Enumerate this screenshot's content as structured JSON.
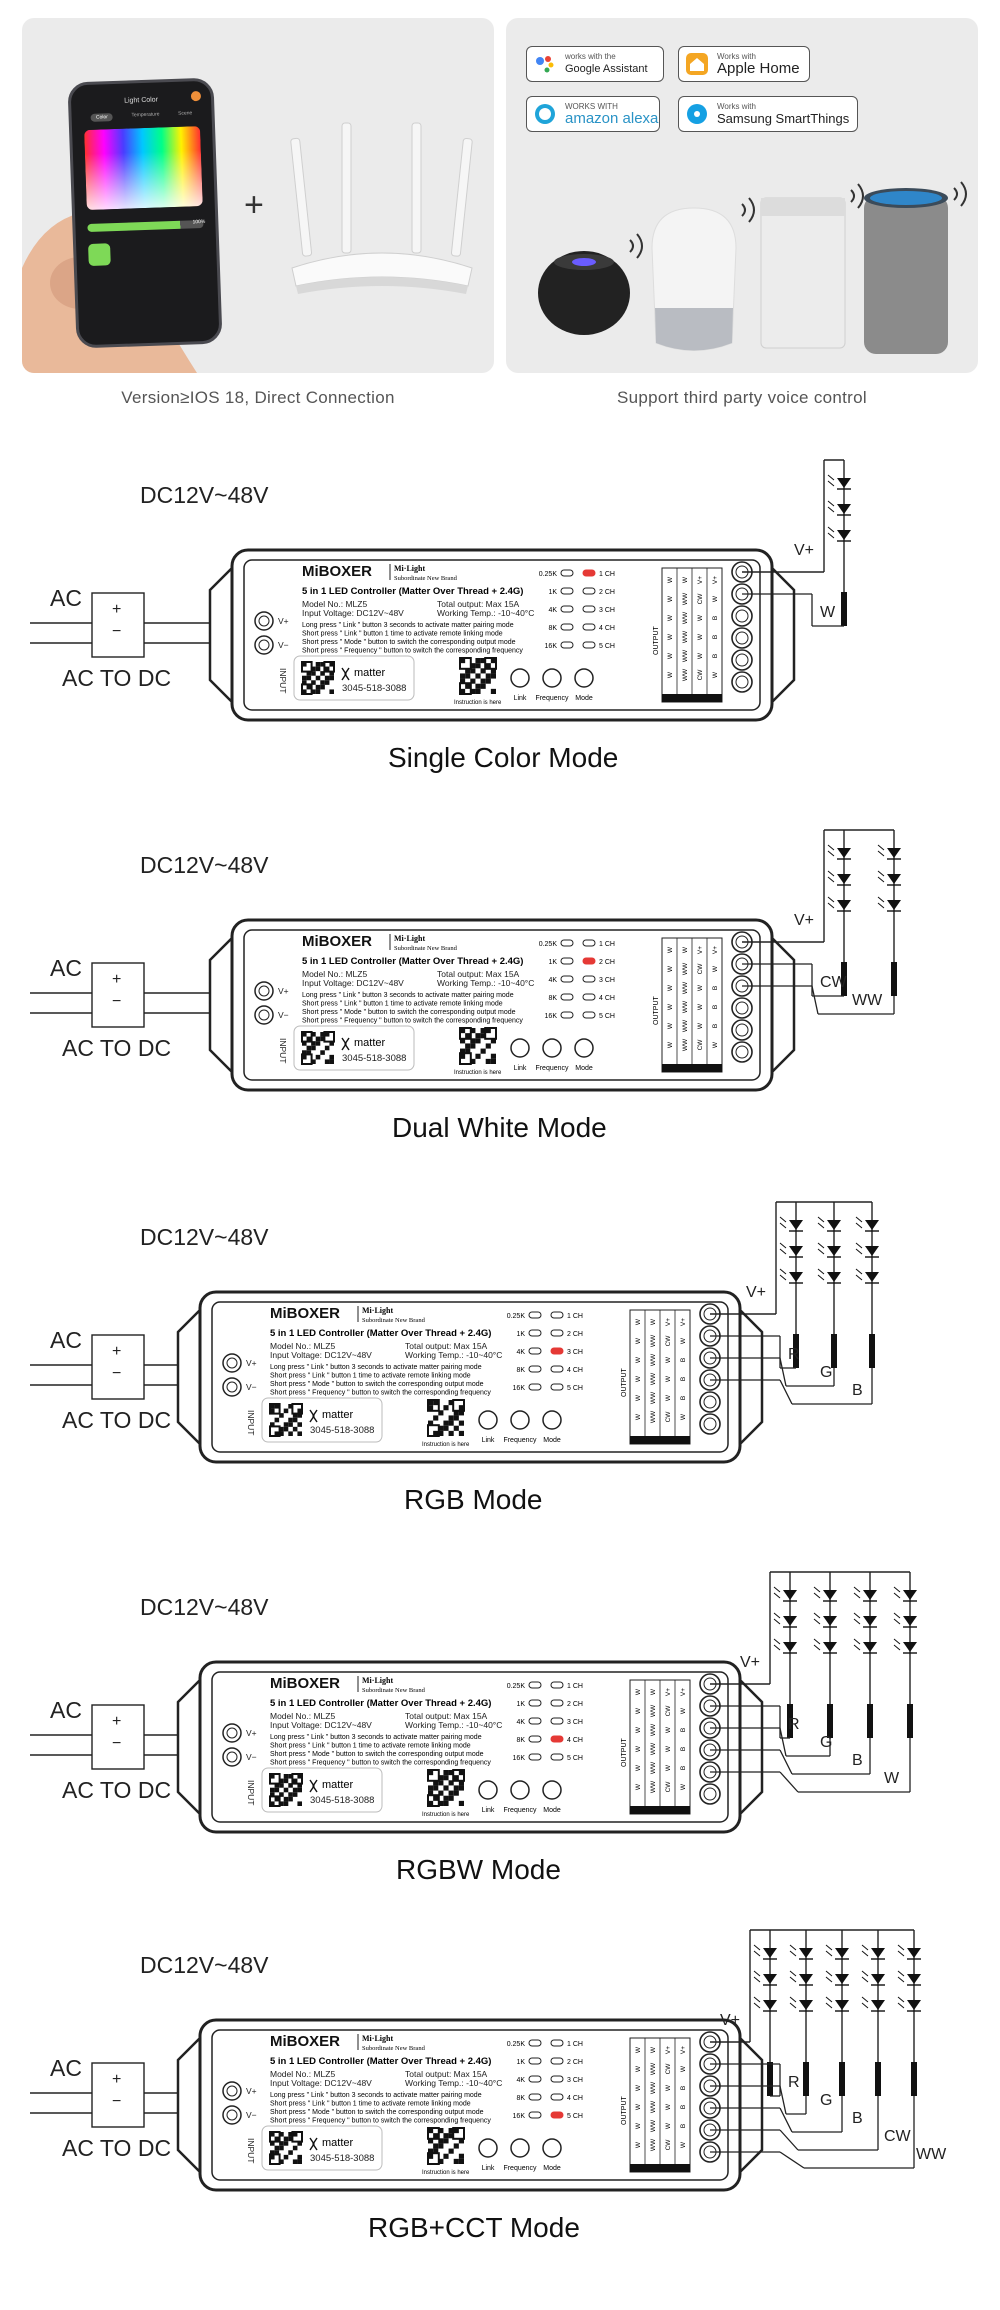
{
  "top": {
    "left_caption": "Version≥IOS 18, Direct Connection",
    "right_caption": "Support third party voice control",
    "plus": "+",
    "phone": {
      "title": "Light Color",
      "tabs": [
        "Color",
        "Temperature",
        "Scene"
      ],
      "percent": "100%"
    },
    "badges": [
      {
        "small": "works with the",
        "big": "Google Assistant"
      },
      {
        "small": "Works with",
        "big": "Apple Home"
      },
      {
        "small": "WORKS WITH",
        "big": "amazon alexa"
      },
      {
        "small": "Works with",
        "big": "Samsung SmartThings"
      }
    ]
  },
  "controller": {
    "brand": "MiBOXER",
    "sub_brand": "Mi·Light",
    "sub_brand_note": "Subordinate New Brand",
    "product": "5 in 1 LED Controller (Matter Over Thread + 2.4G)",
    "model": "Model No.: MLZ5",
    "input_voltage": "Input Voltage: DC12V~48V",
    "total_output": "Total output: Max 15A",
    "working_temp": "Working Temp.: -10~40°C",
    "instructions": [
      "Long press \" Link \" button 3 seconds to activate matter pairing mode",
      "Short press \" Link \" button 1 time to activate remote linking mode",
      "Short press \" Mode \" button to switch the corresponding output mode",
      "Short press \" Frequency \" button to switch the corresponding frequency"
    ],
    "matter": "matter",
    "code": "3045-518-3088",
    "instruction_here": "Instruction is here",
    "buttons": [
      "Link",
      "Frequency",
      "Mode"
    ],
    "frequencies": [
      "0.25K",
      "1K",
      "4K",
      "8K",
      "16K"
    ],
    "channels": [
      "1 CH",
      "2 CH",
      "3 CH",
      "4 CH",
      "5 CH"
    ],
    "input_label": "INPUT",
    "output_label": "OUTPUT",
    "v_plus": "V+",
    "v_minus": "V−",
    "terminal_cols": [
      [
        "W",
        "W",
        "W",
        "W",
        "W",
        "W"
      ],
      [
        "W",
        "WW",
        "WW",
        "WW",
        "WW",
        "WW"
      ],
      [
        "V+",
        "CW",
        "W",
        "W",
        "W",
        "CW"
      ],
      [
        "V+",
        "W",
        "B",
        "B",
        "B",
        "W"
      ]
    ]
  },
  "modes": [
    {
      "title": "Single Color Mode",
      "voltage": "DC12V~48V",
      "ac": "AC",
      "actodc": "AC TO DC",
      "plus": "+",
      "minus": "−",
      "active_index": 0,
      "wires": [
        "V+",
        "W"
      ]
    },
    {
      "title": "Dual White Mode",
      "voltage": "DC12V~48V",
      "ac": "AC",
      "actodc": "AC TO DC",
      "plus": "+",
      "minus": "−",
      "active_index": 1,
      "wires": [
        "V+",
        "CW",
        "WW"
      ]
    },
    {
      "title": "RGB Mode",
      "voltage": "DC12V~48V",
      "ac": "AC",
      "actodc": "AC TO DC",
      "plus": "+",
      "minus": "−",
      "active_index": 2,
      "wires": [
        "V+",
        "R",
        "G",
        "B"
      ]
    },
    {
      "title": "RGBW Mode",
      "voltage": "DC12V~48V",
      "ac": "AC",
      "actodc": "AC TO DC",
      "plus": "+",
      "minus": "−",
      "active_index": 3,
      "wires": [
        "V+",
        "R",
        "G",
        "B",
        "W"
      ]
    },
    {
      "title": "RGB+CCT Mode",
      "voltage": "DC12V~48V",
      "ac": "AC",
      "actodc": "AC TO DC",
      "plus": "+",
      "minus": "−",
      "active_index": 4,
      "wires": [
        "V+",
        "R",
        "G",
        "B",
        "CW",
        "WW"
      ]
    }
  ],
  "colors": {
    "led_active": "#e53935",
    "line": "#222222",
    "panel": "#ebebeb"
  }
}
